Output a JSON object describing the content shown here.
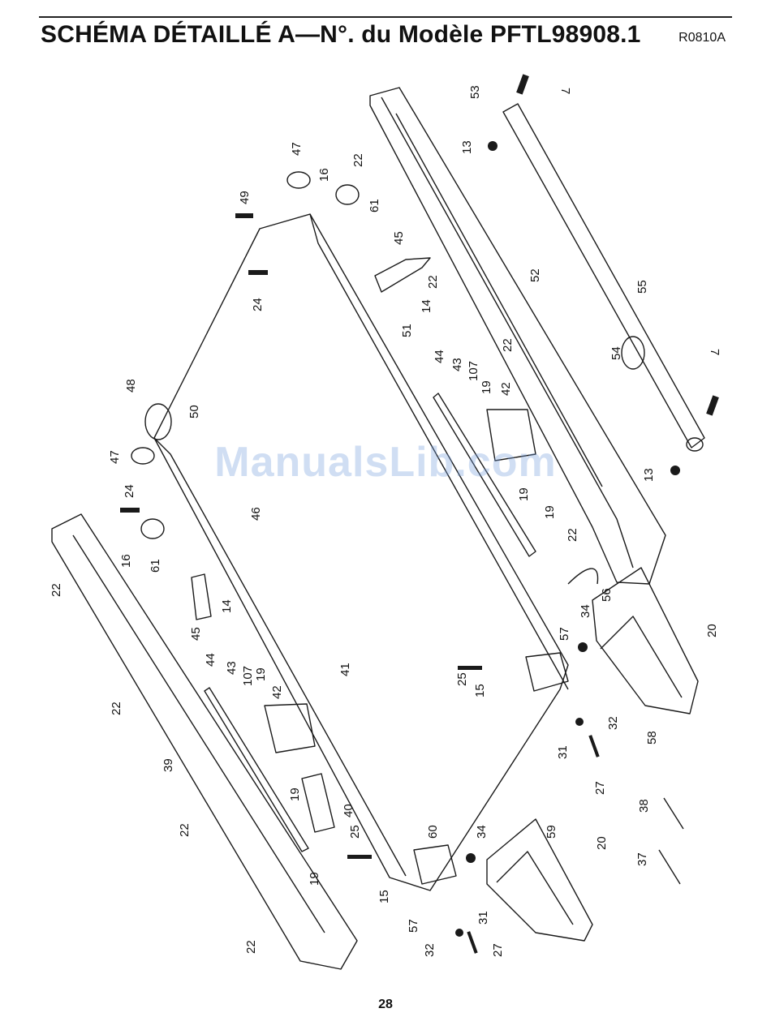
{
  "header": {
    "title": "SCHÉMA DÉTAILLÉ A—N°. du Modèle PFTL98908.1",
    "code": "R0810A"
  },
  "watermark": "ManualsLib.com",
  "page_number": "28",
  "callouts": {
    "c7a": "7",
    "c53": "53",
    "c13a": "13",
    "c22a": "22",
    "c47a": "47",
    "c16a": "16",
    "c61a": "61",
    "c49": "49",
    "c45a": "45",
    "c22b": "22",
    "c52": "52",
    "c55": "55",
    "c24a": "24",
    "c14a": "14",
    "c51": "51",
    "c22c": "22",
    "c54": "54",
    "c44a": "44",
    "c43a": "43",
    "c107a": "107",
    "c7b": "7",
    "c19a": "19",
    "c42a": "42",
    "c48": "48",
    "c50": "50",
    "c47b": "47",
    "c13b": "13",
    "c24b": "24",
    "c19b": "19",
    "c19c": "19",
    "c46": "46",
    "c22d": "22",
    "c16b": "16",
    "c61b": "61",
    "c22e": "22",
    "c56": "56",
    "c45b": "45",
    "c14b": "14",
    "c57a": "57",
    "c34a": "34",
    "c20a": "20",
    "c44b": "44",
    "c43b": "43",
    "c107b": "107",
    "c19d": "19",
    "c41": "41",
    "c25a": "25",
    "c15a": "15",
    "c22f": "22",
    "c42b": "42",
    "c32a": "32",
    "c31a": "31",
    "c58": "58",
    "c39": "39",
    "c19e": "19",
    "c27a": "27",
    "c40": "40",
    "c38": "38",
    "c22g": "22",
    "c25b": "25",
    "c60": "60",
    "c34b": "34",
    "c59": "59",
    "c19f": "19",
    "c20b": "20",
    "c37": "37",
    "c15b": "15",
    "c57b": "57",
    "c31b": "31",
    "c22h": "22",
    "c32b": "32",
    "c27b": "27"
  }
}
